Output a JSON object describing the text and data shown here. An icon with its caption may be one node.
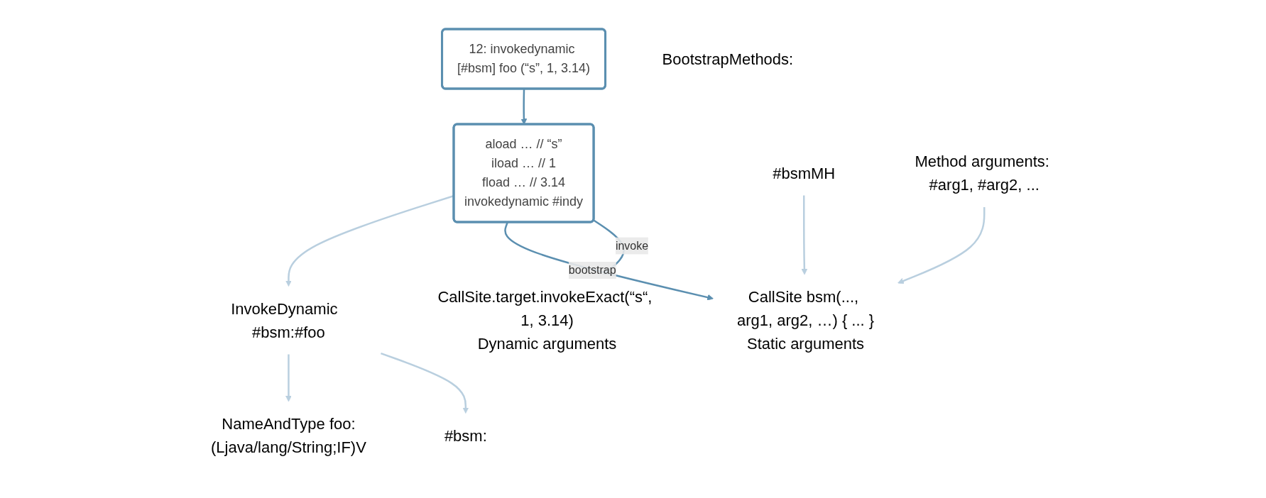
{
  "diagram": {
    "nodes": [
      {
        "text": [
          "12: invokedynamic [#bsm] foo (“s”, 1, 3.14)"
        ]
      },
      {
        "text": [
          "aload … // “s”",
          "iload  … // 1",
          "fload …  // 3.14",
          "invokedynamic #indy"
        ]
      },
      {
        "text": [
          "InvokeDynamic  #bsm:#foo"
        ]
      },
      {
        "text": [
          "NameAndType foo:(Ljava/lang/String;IF)V"
        ]
      },
      {
        "text": [
          "BootstrapMethods:"
        ]
      },
      {
        "text": [
          "#bsm:"
        ]
      },
      {
        "text": [
          "#bsmMH"
        ]
      },
      {
        "text": [
          "Method arguments: #arg1, #arg2, ..."
        ]
      },
      {
        "text": [
          "CallSite bsm(..., arg1, arg2, …) { ... }"
        ],
        "beside": [
          "Static arguments"
        ]
      },
      {
        "text": [
          "CallSite.target.invokeExact(“s“, 1, 3.14)"
        ],
        "beside": [
          "Dynamic arguments"
        ]
      }
    ],
    "edges": [
      {
        "from": 0,
        "to": 1,
        "arrow": "to",
        "color": "#5b8fb0"
      },
      {
        "from": 1,
        "to": 2,
        "arrow": "to"
      },
      {
        "from": 2,
        "to": 3,
        "arrow": "to"
      },
      {
        "from": 2,
        "to": 5,
        "arrow": "to"
      },
      {
        "from": 6,
        "to": 8,
        "arrow": "to"
      },
      {
        "from": 7,
        "to": 8,
        "arrow": "to"
      },
      {
        "from": 1,
        "to": 8,
        "label": "bootstrap",
        "arrow": "to",
        "color": "#5b8fb0"
      },
      {
        "from": 1,
        "to": 9,
        "label": "invoke",
        "arrow": "to",
        "color": "#5b8fb0"
      }
    ]
  }
}
